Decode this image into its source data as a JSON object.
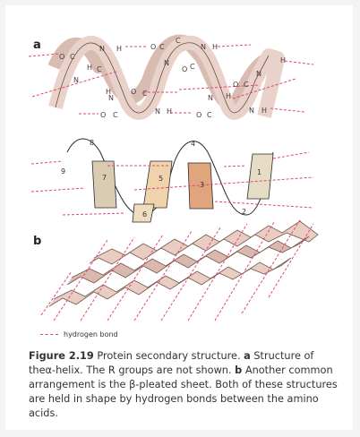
{
  "figure": {
    "panel_a_label": "a",
    "panel_b_label": "b",
    "atoms": {
      "o": "O",
      "c": "C",
      "n": "N",
      "h": "H"
    },
    "residue_numbers": [
      "1",
      "2",
      "3",
      "4",
      "5",
      "6",
      "7",
      "8",
      "9"
    ],
    "legend_label": "hydrogen bond",
    "caption": {
      "fig_label": "Figure 2.19",
      "t1": "Protein secondary structure.",
      "a": "a",
      "t2": "Structure of the",
      "alpha": "α",
      "t3": "-helix. The R groups are not shown.",
      "b": "b",
      "t4": "Another common arrangement is the",
      "beta": "β",
      "t5": "-pleated sheet. Both of these structures are held in shape by hydrogen bonds between the amino acids."
    },
    "colors": {
      "ribbon": "#e9d2c9",
      "ribbon_dark": "#c8a79b",
      "hbond": "#e0487a",
      "panel_tan": "#dccbb3",
      "panel_peach": "#f0d2ac",
      "panel_orange": "#e0a57d"
    }
  }
}
